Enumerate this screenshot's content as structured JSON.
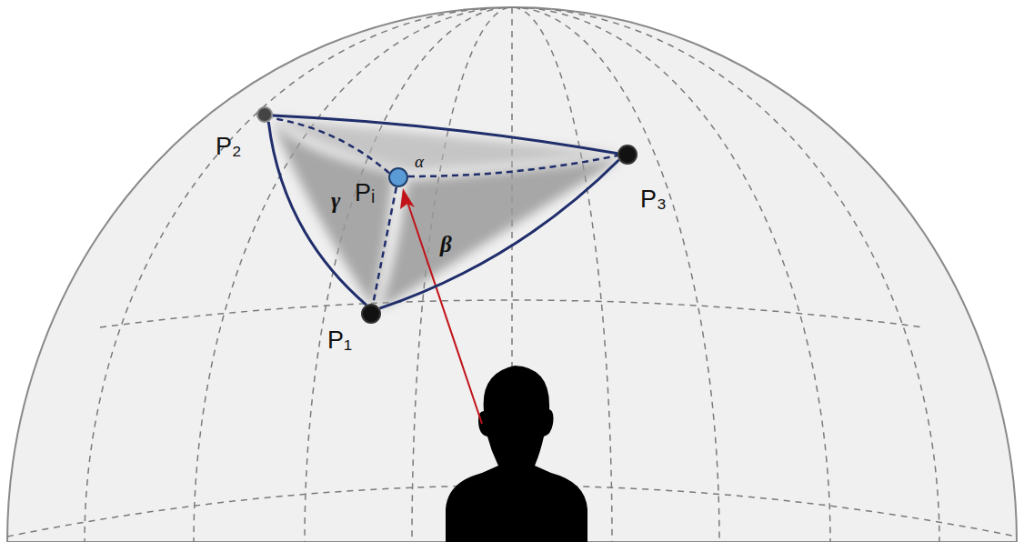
{
  "diagram": {
    "nodes": [
      {
        "text": [
          "P₂"
        ]
      },
      {
        "text": [
          "P₃"
        ]
      },
      {
        "text": [
          "Pᵢ"
        ]
      },
      {
        "text": [
          "P₁"
        ]
      }
    ],
    "edges": [
      {
        "from": 0,
        "to": 1,
        "arrow": "none"
      },
      {
        "from": 1,
        "to": 3,
        "arrow": "none"
      },
      {
        "from": 3,
        "to": 0,
        "arrow": "none"
      },
      {
        "from": 2,
        "to": 0,
        "arrow": "none"
      },
      {
        "from": 2,
        "to": 1,
        "arrow": "none"
      },
      {
        "from": 2,
        "to": 3,
        "arrow": "none"
      }
    ],
    "labels": [
      "α",
      "γ",
      "β"
    ]
  }
}
